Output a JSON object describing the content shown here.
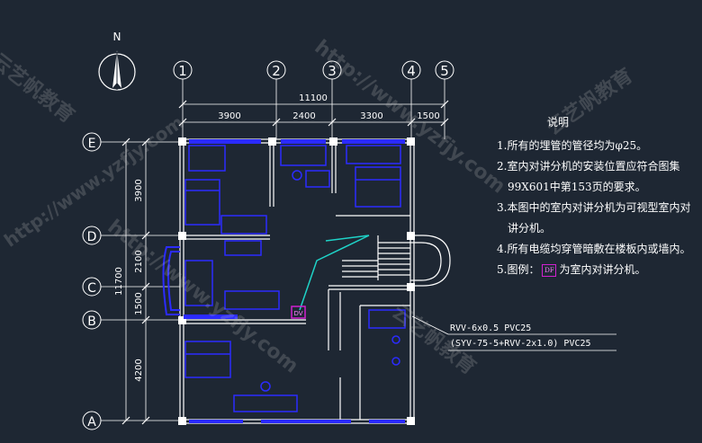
{
  "north_label": "N",
  "axis_top": [
    "1",
    "2",
    "3",
    "4",
    "5"
  ],
  "axis_left": [
    "E",
    "D",
    "C",
    "B",
    "A"
  ],
  "dims_top": {
    "total": "11100",
    "seg": [
      "3900",
      "2400",
      "3300",
      "1500"
    ]
  },
  "dims_left": {
    "total": "11700",
    "seg": [
      "3900",
      "2100",
      "1500",
      "4200"
    ]
  },
  "notes": {
    "title": "说明",
    "lines": [
      "1.所有的埋管的管径均为φ25。",
      "2.室内对讲分机的安装位置应符合图集",
      "99X601中第153页的要求。",
      "3.本图中的室内对讲分机为可视型室内对",
      "讲分机。",
      "4.所有电缆均穿管暗敷在楼板内或墙内。"
    ],
    "legend_prefix": "5.图例：",
    "legend_symbol": "DF",
    "legend_suffix": "为室内对讲分机。"
  },
  "cable_labels": [
    "RVV-6x0.5 PVC25",
    "(SYV-75-5+RVV-2x1.0) PVC25"
  ],
  "device_label": "DV",
  "watermarks": [
    "http://www.yzfjy.com",
    "云艺帆教育"
  ],
  "colors": {
    "background": "#1e2733",
    "wall": "#ffffff",
    "furniture": "#2b2bff",
    "cable": "#1fd3c8",
    "device": "#d020d0"
  }
}
